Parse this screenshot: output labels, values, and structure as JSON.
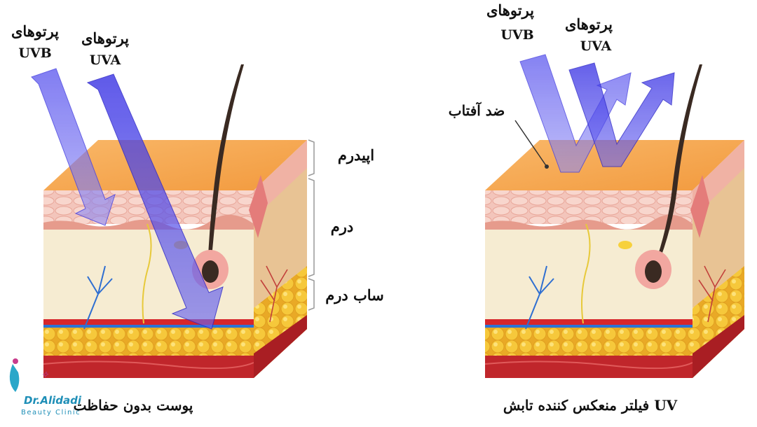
{
  "left_panel": {
    "uvb_label_1": "پرتوهای",
    "uvb_label_2": "UVB",
    "uva_label_1": "پرتوهای",
    "uva_label_2": "UVA",
    "caption": "پوست بدون حفاظت"
  },
  "right_panel": {
    "uvb_label_1": "پرتوهای",
    "uvb_label_2": "UVB",
    "uva_label_1": "پرتوهای",
    "uva_label_2": "UVA",
    "sunscreen_label": "ضد آفتاب",
    "caption": "فیلتر منعکس کننده تابش UV"
  },
  "layers": {
    "epidermis": "اپیدرم",
    "dermis": "درم",
    "subdermis": "ساب درم"
  },
  "logo": {
    "brand_line": "Dr.Alidadi",
    "sub_line": "Beauty Clinic"
  },
  "colors": {
    "uvb_arrow": "#6f6cf0",
    "uva_arrow": "#3b36e6",
    "epidermis_top": "#f7a64e",
    "dermis": "#f6ecd2",
    "fat": "#f4c33a",
    "muscle": "#c0262b"
  }
}
